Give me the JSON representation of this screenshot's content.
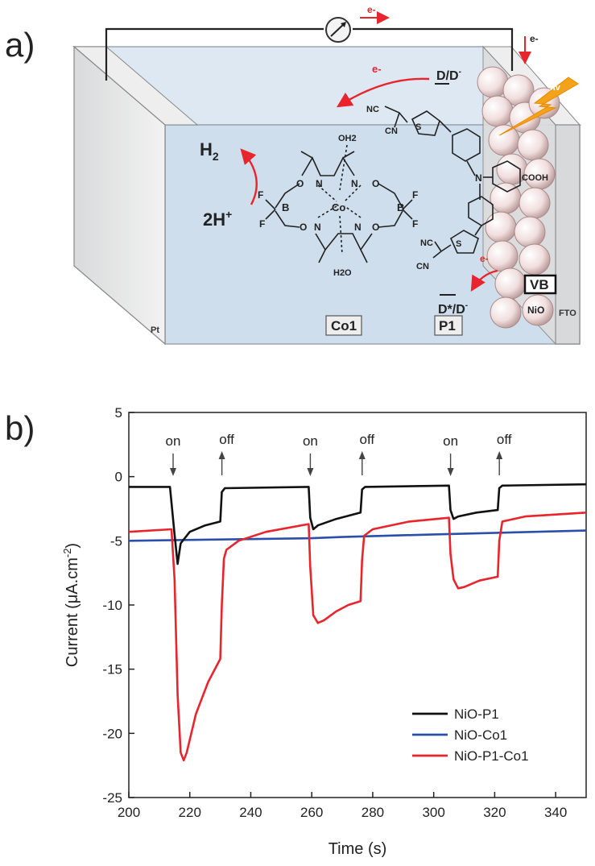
{
  "panel_a": {
    "label": "a)",
    "electron": "e-",
    "electrode_left": "Pt",
    "electrode_right": "FTO",
    "h2": "H",
    "h2_sub": "2",
    "two_h": "2H",
    "two_h_sup": "+",
    "dd_top": "D/D",
    "dd_top_sup": "-",
    "dd_bottom": "D*/D",
    "dd_bottom_sup": "-",
    "hv": "hv",
    "vb": "VB",
    "nio": "NiO",
    "co1_box": "Co1",
    "p1_box": "P1",
    "catalyst": {
      "oh2_top": "OH2",
      "h2o_bottom": "H2O",
      "co": "Co",
      "b": "B",
      "f": "F",
      "o": "O",
      "n": "N"
    },
    "dye": {
      "cn": "CN",
      "nc": "NC",
      "s": "S",
      "n": "N",
      "cooh": "COOH"
    }
  },
  "panel_b": {
    "label": "b)",
    "on_label": "on",
    "off_label": "off"
  },
  "chart_data": {
    "type": "line",
    "xlabel": "Time (s)",
    "ylabel_main": "Current (",
    "ylabel_mu": "μ",
    "ylabel_unit": "A.cm",
    "ylabel_exp": "-2",
    "ylabel_close": ")",
    "xlim": [
      200,
      350
    ],
    "ylim": [
      -25,
      5
    ],
    "xticks": [
      200,
      220,
      240,
      260,
      280,
      300,
      320,
      340
    ],
    "yticks": [
      5,
      0,
      -5,
      -10,
      -15,
      -20,
      -25
    ],
    "light_on": [
      214,
      259,
      305
    ],
    "light_off": [
      230,
      276,
      321
    ],
    "legend_position": "lower-right",
    "series": [
      {
        "name": "NiO-P1",
        "color": "#111111",
        "points": [
          [
            200,
            -0.8
          ],
          [
            213.5,
            -0.8
          ],
          [
            215,
            -4.5
          ],
          [
            216,
            -6.8
          ],
          [
            217,
            -5.2
          ],
          [
            220,
            -4.3
          ],
          [
            225,
            -3.8
          ],
          [
            230,
            -3.5
          ],
          [
            230.5,
            -1.2
          ],
          [
            231.5,
            -0.9
          ],
          [
            259,
            -0.8
          ],
          [
            259.5,
            -3.2
          ],
          [
            260.5,
            -4.1
          ],
          [
            262,
            -3.8
          ],
          [
            268,
            -3.3
          ],
          [
            276,
            -2.8
          ],
          [
            276.5,
            -1.0
          ],
          [
            277.5,
            -0.8
          ],
          [
            305,
            -0.7
          ],
          [
            305.5,
            -2.6
          ],
          [
            306.5,
            -3.3
          ],
          [
            308,
            -3.1
          ],
          [
            314,
            -2.8
          ],
          [
            321,
            -2.6
          ],
          [
            321.5,
            -0.9
          ],
          [
            322.5,
            -0.7
          ],
          [
            350,
            -0.6
          ]
        ]
      },
      {
        "name": "NiO-Co1",
        "color": "#2a4fa8",
        "points": [
          [
            200,
            -5.0
          ],
          [
            230,
            -4.9
          ],
          [
            260,
            -4.8
          ],
          [
            270,
            -4.7
          ],
          [
            300,
            -4.5
          ],
          [
            350,
            -4.2
          ]
        ]
      },
      {
        "name": "NiO-P1-Co1",
        "color": "#e8242c",
        "points": [
          [
            200,
            -4.3
          ],
          [
            214,
            -4.1
          ],
          [
            215,
            -8
          ],
          [
            216,
            -17
          ],
          [
            217,
            -21.5
          ],
          [
            218,
            -22.1
          ],
          [
            219,
            -21.5
          ],
          [
            222,
            -18.5
          ],
          [
            226,
            -16
          ],
          [
            230,
            -14.2
          ],
          [
            230.5,
            -10
          ],
          [
            231.2,
            -6.4
          ],
          [
            232,
            -5.7
          ],
          [
            236,
            -5.0
          ],
          [
            245,
            -4.3
          ],
          [
            259,
            -3.7
          ],
          [
            259.5,
            -7
          ],
          [
            260.5,
            -10.8
          ],
          [
            262,
            -11.4
          ],
          [
            264,
            -11.2
          ],
          [
            268,
            -10.5
          ],
          [
            272,
            -10.0
          ],
          [
            276,
            -9.7
          ],
          [
            276.5,
            -6.5
          ],
          [
            277.2,
            -4.6
          ],
          [
            280,
            -4.1
          ],
          [
            292,
            -3.5
          ],
          [
            305,
            -3.2
          ],
          [
            305.5,
            -6
          ],
          [
            306.5,
            -8.0
          ],
          [
            308,
            -8.7
          ],
          [
            310,
            -8.6
          ],
          [
            315,
            -8.1
          ],
          [
            321,
            -7.8
          ],
          [
            321.5,
            -5
          ],
          [
            322.5,
            -3.5
          ],
          [
            330,
            -3.1
          ],
          [
            350,
            -2.8
          ]
        ]
      }
    ]
  }
}
